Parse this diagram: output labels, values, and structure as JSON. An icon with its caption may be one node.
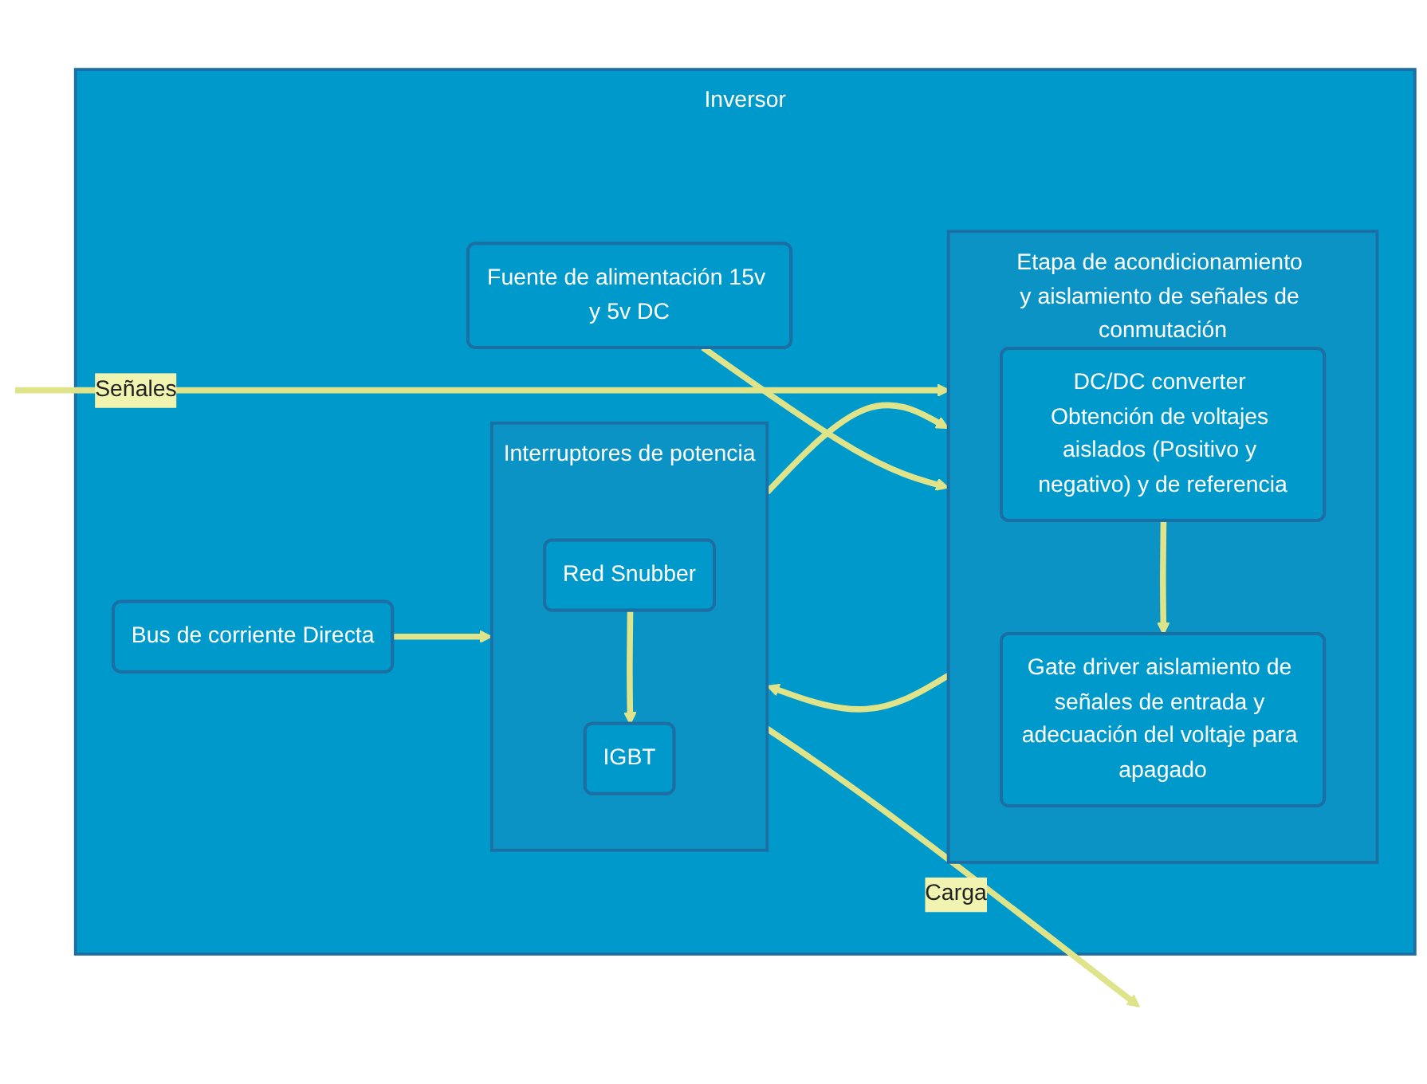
{
  "diagram": {
    "nodes": [
      {
        "text": [
          "Inversor"
        ]
      },
      {
        "text": [
          "Etapa de acondicionamiento y aislamiento de señales de conmutación"
        ],
        "in": 0
      },
      {
        "text": [
          "Gate driver aislamiento de señales de entrada y adecuación del voltaje para apagado"
        ],
        "in": 1
      },
      {
        "text": [
          "DC/DC converter Obtención de voltajes aislados (Positivo y negativo) y de referencia"
        ],
        "in": 1
      },
      {
        "text": [
          "Bus de corriente Directa"
        ],
        "in": 0
      },
      {
        "text": [
          "Interruptores de potencia"
        ],
        "in": 0
      },
      {
        "text": [
          "IGBT"
        ],
        "in": 5
      },
      {
        "text": [
          "Red Snubber"
        ],
        "in": 5
      },
      {
        "text": [
          "Fuente de alimentación 15v y 5v DC"
        ],
        "in": 0
      }
    ],
    "edges": [
      {
        "from": null,
        "to": 1,
        "arrow": "to",
        "label": "Señales"
      },
      {
        "from": 3,
        "to": 2,
        "arrow": "to"
      },
      {
        "from": 1,
        "to": 5,
        "arrow": "to"
      },
      {
        "from": 5,
        "to": 1,
        "arrow": "to"
      },
      {
        "from": 4,
        "to": 5,
        "arrow": "to"
      },
      {
        "from": 7,
        "to": 6,
        "arrow": "to"
      },
      {
        "from": 8,
        "to": 1,
        "arrow": "to"
      },
      {
        "from": 5,
        "to": null,
        "arrow": "to",
        "label": "Carga"
      }
    ]
  }
}
